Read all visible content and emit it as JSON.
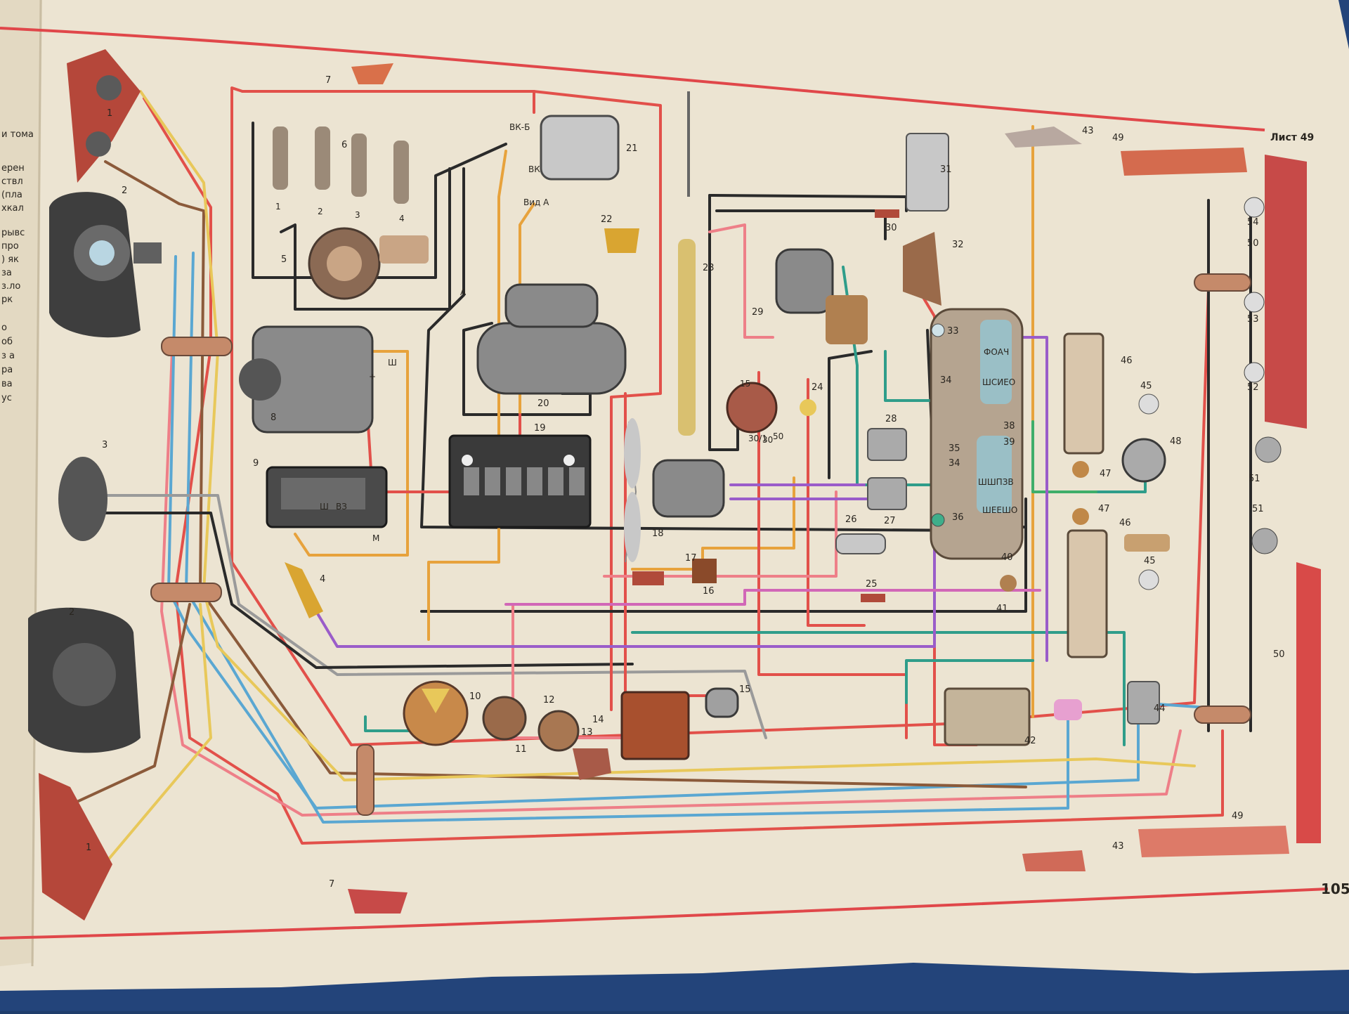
{
  "sheet": {
    "header": "Лист 49",
    "page_number": "105"
  },
  "left_page_fragments": [
    "и тома",
    "ерен",
    "ствл",
    "(пла",
    "хкал",
    "рывс",
    "про",
    ") як",
    "за",
    "з.ло",
    "рк",
    "о",
    "об",
    "з а",
    "ра",
    "ва",
    "ус"
  ],
  "callouts": {
    "view_a": "Вид А",
    "point_a": "А",
    "coil_terms": [
      "ВК-Б",
      "ВК"
    ],
    "gen_terms": [
      "Ш",
      "+"
    ],
    "reg_terms": [
      "Ш",
      "ВЗ",
      "М"
    ],
    "switch_terms": [
      "15",
      "30/1",
      "30",
      "50"
    ]
  },
  "component_numbers": [
    "1",
    "2",
    "3",
    "4",
    "5",
    "6",
    "7",
    "8",
    "9",
    "10",
    "11",
    "12",
    "13",
    "14",
    "15",
    "16",
    "17",
    "18",
    "19",
    "20",
    "21",
    "22",
    "23",
    "24",
    "25",
    "26",
    "27",
    "28",
    "29",
    "30",
    "31",
    "32",
    "33",
    "34",
    "35",
    "36",
    "38",
    "39",
    "40",
    "41",
    "42",
    "43",
    "44",
    "45",
    "46",
    "47",
    "48",
    "49",
    "50",
    "51",
    "52",
    "53",
    "54"
  ],
  "spark_plug_numbers": [
    "1",
    "2",
    "3",
    "4"
  ],
  "gauge_labels": [
    "ФОАЧ",
    "ШСИЕО",
    "ШШПЗВ",
    "ШЕЕШО"
  ],
  "wire_colors": {
    "red": "#e2504a",
    "pink": "#ee7f88",
    "orange": "#e7a23c",
    "yellow": "#e8c85a",
    "blue": "#5aa7d2",
    "teal": "#2f9d8a",
    "green": "#3fae6a",
    "brown": "#8b5a3a",
    "black": "#2a2a2a",
    "grey": "#9a9a9a",
    "purple": "#9a5cc9",
    "magenta": "#d167b7"
  }
}
